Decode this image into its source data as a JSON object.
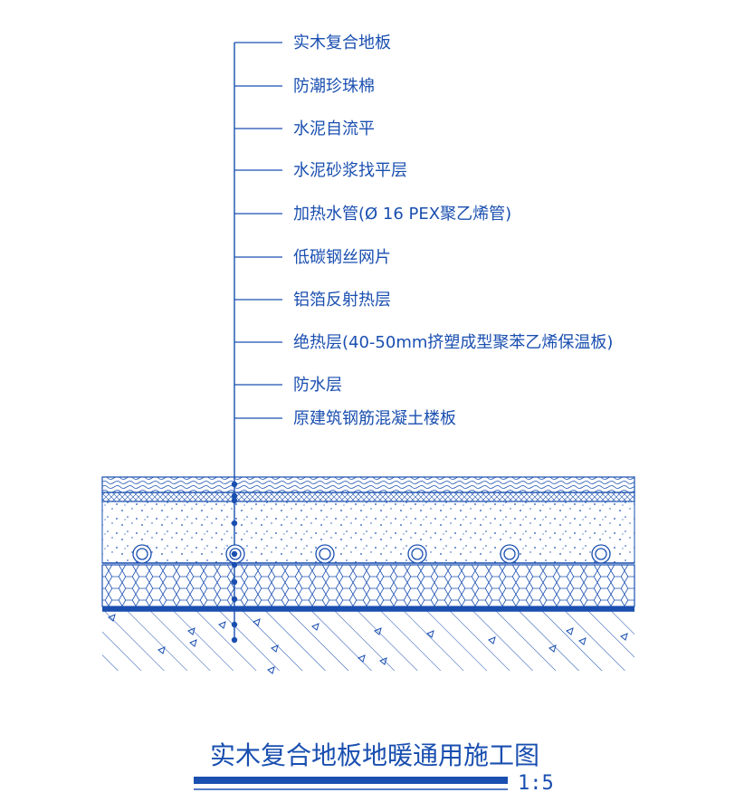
{
  "drawing": {
    "labels": [
      "实木复合地板",
      "防潮珍珠棉",
      "水泥自流平",
      "水泥砂浆找平层",
      "加热水管(Ø 16 PEX聚乙烯管)",
      "低碳钢丝网片",
      "铝箔反射热层",
      "绝热层(40-50mm挤塑成型聚苯乙烯保温板)",
      "防水层",
      "原建筑钢筋混凝土楼板"
    ],
    "title": "实木复合地板地暖通用施工图",
    "scale": "1:5"
  },
  "colors": {
    "line": "#1a4fb0",
    "fill": "#ffffff"
  }
}
